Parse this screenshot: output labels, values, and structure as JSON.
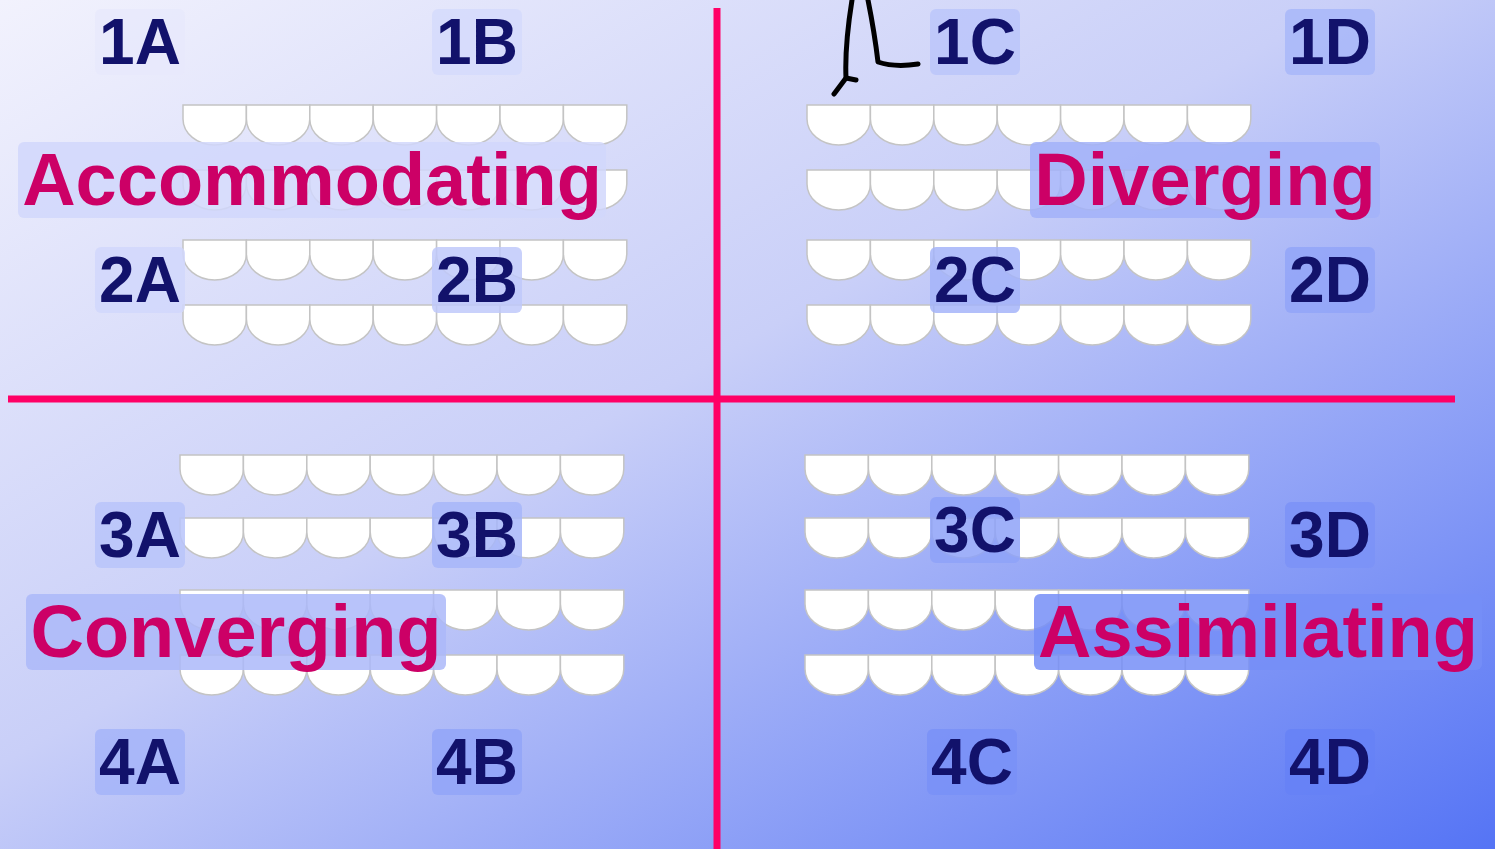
{
  "diagram": {
    "labels": [
      "1A",
      "1B",
      "1C",
      "1D",
      "Accommodating",
      "Diverging",
      "2A",
      "2B",
      "2C",
      "2D",
      "3A",
      "3B",
      "3C",
      "3D",
      "Converging",
      "Assimilating",
      "4A",
      "4B",
      "4C",
      "4D"
    ]
  }
}
